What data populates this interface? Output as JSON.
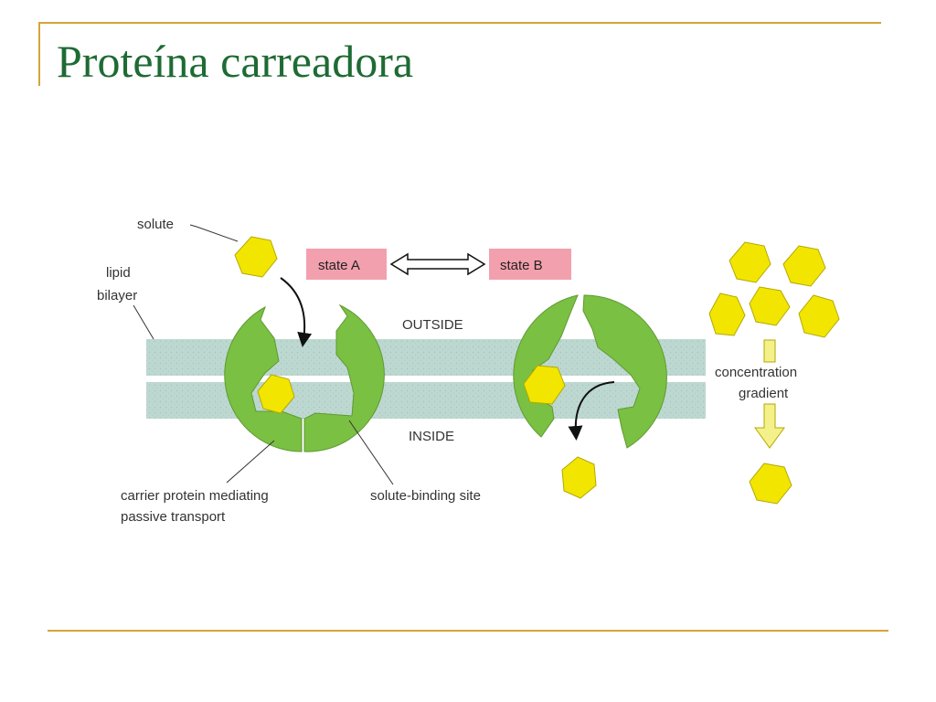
{
  "slide": {
    "title": "Proteína carreadora"
  },
  "diagram": {
    "solute_label": "solute",
    "lipid_label_line1": "lipid",
    "lipid_label_line2": "bilayer",
    "state_a": "state A",
    "state_b": "state B",
    "outside_label": "OUTSIDE",
    "inside_label": "INSIDE",
    "carrier_label_line1": "carrier protein mediating",
    "carrier_label_line2": "passive transport",
    "binding_site_label": "solute-binding site",
    "gradient_label_line1": "concentration",
    "gradient_label_line2": "gradient"
  },
  "colors": {
    "title": "#1e6b34",
    "frame": "#d4a43a",
    "protein": "#7ac043",
    "solute": "#f2e600",
    "membrane": "#bdd8d0",
    "state_box": "#f3a0ae"
  }
}
